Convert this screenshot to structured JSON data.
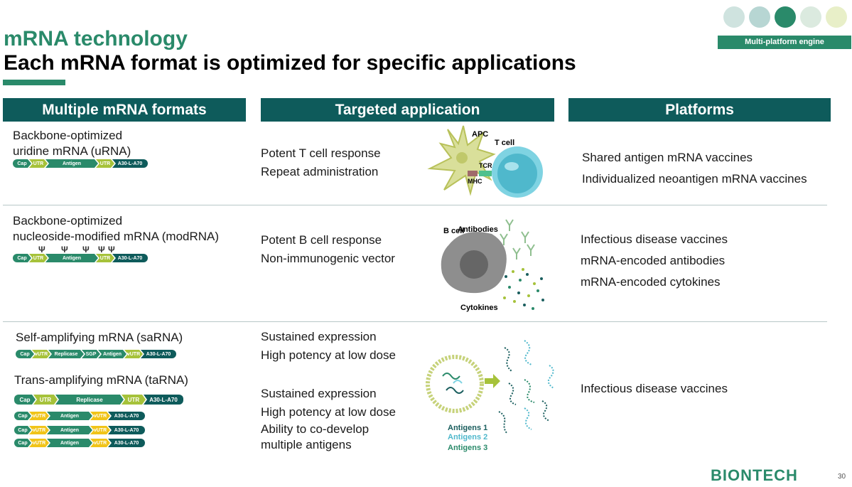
{
  "header": {
    "title": "mRNA technology",
    "subtitle": "Each mRNA format is optimized for specific applications",
    "engine_label": "Multi-platform engine"
  },
  "columns": {
    "formats": "Multiple mRNA formats",
    "application": "Targeted application",
    "platforms": "Platforms"
  },
  "rows": [
    {
      "format_lines": [
        "Backbone-optimized",
        "uridine mRNA (uRNA)"
      ],
      "sequence": [
        "Cap",
        "UTR",
        "Antigen",
        "UTR",
        "A30-L-A70"
      ],
      "application": [
        "Potent T cell response",
        "Repeat administration"
      ],
      "figure_labels": {
        "apc": "APC",
        "tcell": "T cell",
        "tcr": "TCR",
        "mhc": "MHC"
      },
      "platforms": [
        "Shared antigen mRNA vaccines",
        "Individualized neoantigen mRNA vaccines"
      ]
    },
    {
      "format_lines": [
        "Backbone-optimized",
        "nucleoside-modified mRNA (modRNA)"
      ],
      "modification_symbol": "Ψ",
      "sequence": [
        "Cap",
        "UTR",
        "Antigen",
        "UTR",
        "A30-L-A70"
      ],
      "application": [
        "Potent B cell response",
        "Non-immunogenic vector"
      ],
      "figure_labels": {
        "antibodies": "Antibodies",
        "bcell": "B cell",
        "cytokines": "Cytokines"
      },
      "platforms": [
        "Infectious disease vaccines",
        "mRNA-encoded antibodies",
        "mRNA-encoded cytokines"
      ]
    },
    {
      "format_sa": "Self-amplifying mRNA (saRNA)",
      "sequence_sa": [
        "Cap",
        "vUTR",
        "Replicase",
        "SGP",
        "Antigen",
        "vUTR",
        "A30-L-A70"
      ],
      "format_ta": "Trans-amplifying mRNA (taRNA)",
      "sequence_ta_replicase": [
        "Cap",
        "UTR",
        "Replicase",
        "UTR",
        "A30-L-A70"
      ],
      "sequence_ta_antigen": [
        "Cap",
        "vUTR",
        "Antigen",
        "vUTR",
        "A30-L-A70"
      ],
      "application_sa": [
        "Sustained expression",
        "High potency at low dose"
      ],
      "application_ta": [
        "Sustained expression",
        "High potency at low dose",
        "Ability to co-develop",
        "multiple antigens"
      ],
      "figure_labels": {
        "antigen1": "Antigens 1",
        "antigen2": "Antigens 2",
        "antigen3": "Antigens 3"
      },
      "platforms": [
        "Infectious disease vaccines"
      ]
    }
  ],
  "footer": {
    "logo": "BIONTECH",
    "page": "30"
  },
  "colors": {
    "brand_green": "#2a8a6a",
    "dark_teal": "#0e5b5b",
    "lime": "#a6c23a",
    "yellow": "#f0c419"
  },
  "icons": [
    "hex-icon-1",
    "hex-icon-2",
    "hex-icon-3",
    "hex-icon-4",
    "hex-icon-5"
  ]
}
